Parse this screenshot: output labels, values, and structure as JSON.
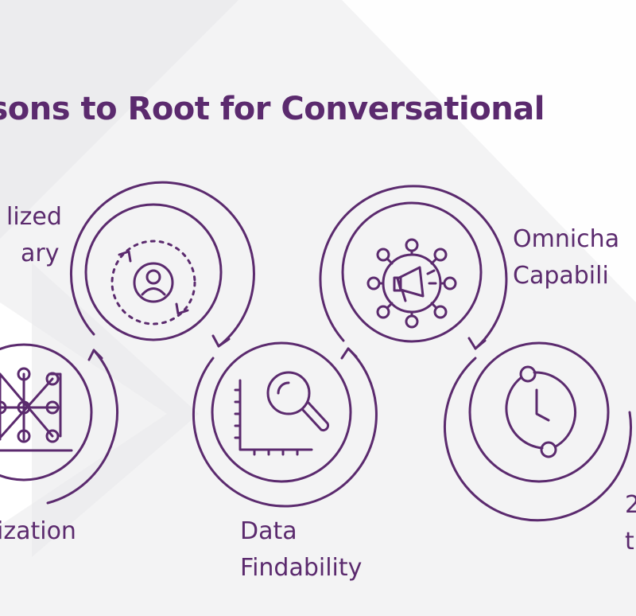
{
  "title": "asons to Root for Conversational",
  "colors": {
    "accent": "#5b2a6e",
    "background": "#f3f3f4"
  },
  "items": [
    {
      "line1": "lized",
      "line2": "ary",
      "icon": "user-cycle-icon"
    },
    {
      "line1": "ization",
      "line2": "",
      "icon": "network-grid-icon"
    },
    {
      "line1": "Data",
      "line2": "Findability",
      "icon": "magnifier-chart-icon"
    },
    {
      "line1": "Omnicha",
      "line2": "Capabili",
      "icon": "megaphone-network-icon"
    },
    {
      "line1": "2",
      "line2": "t",
      "icon": "clock-icon"
    }
  ]
}
